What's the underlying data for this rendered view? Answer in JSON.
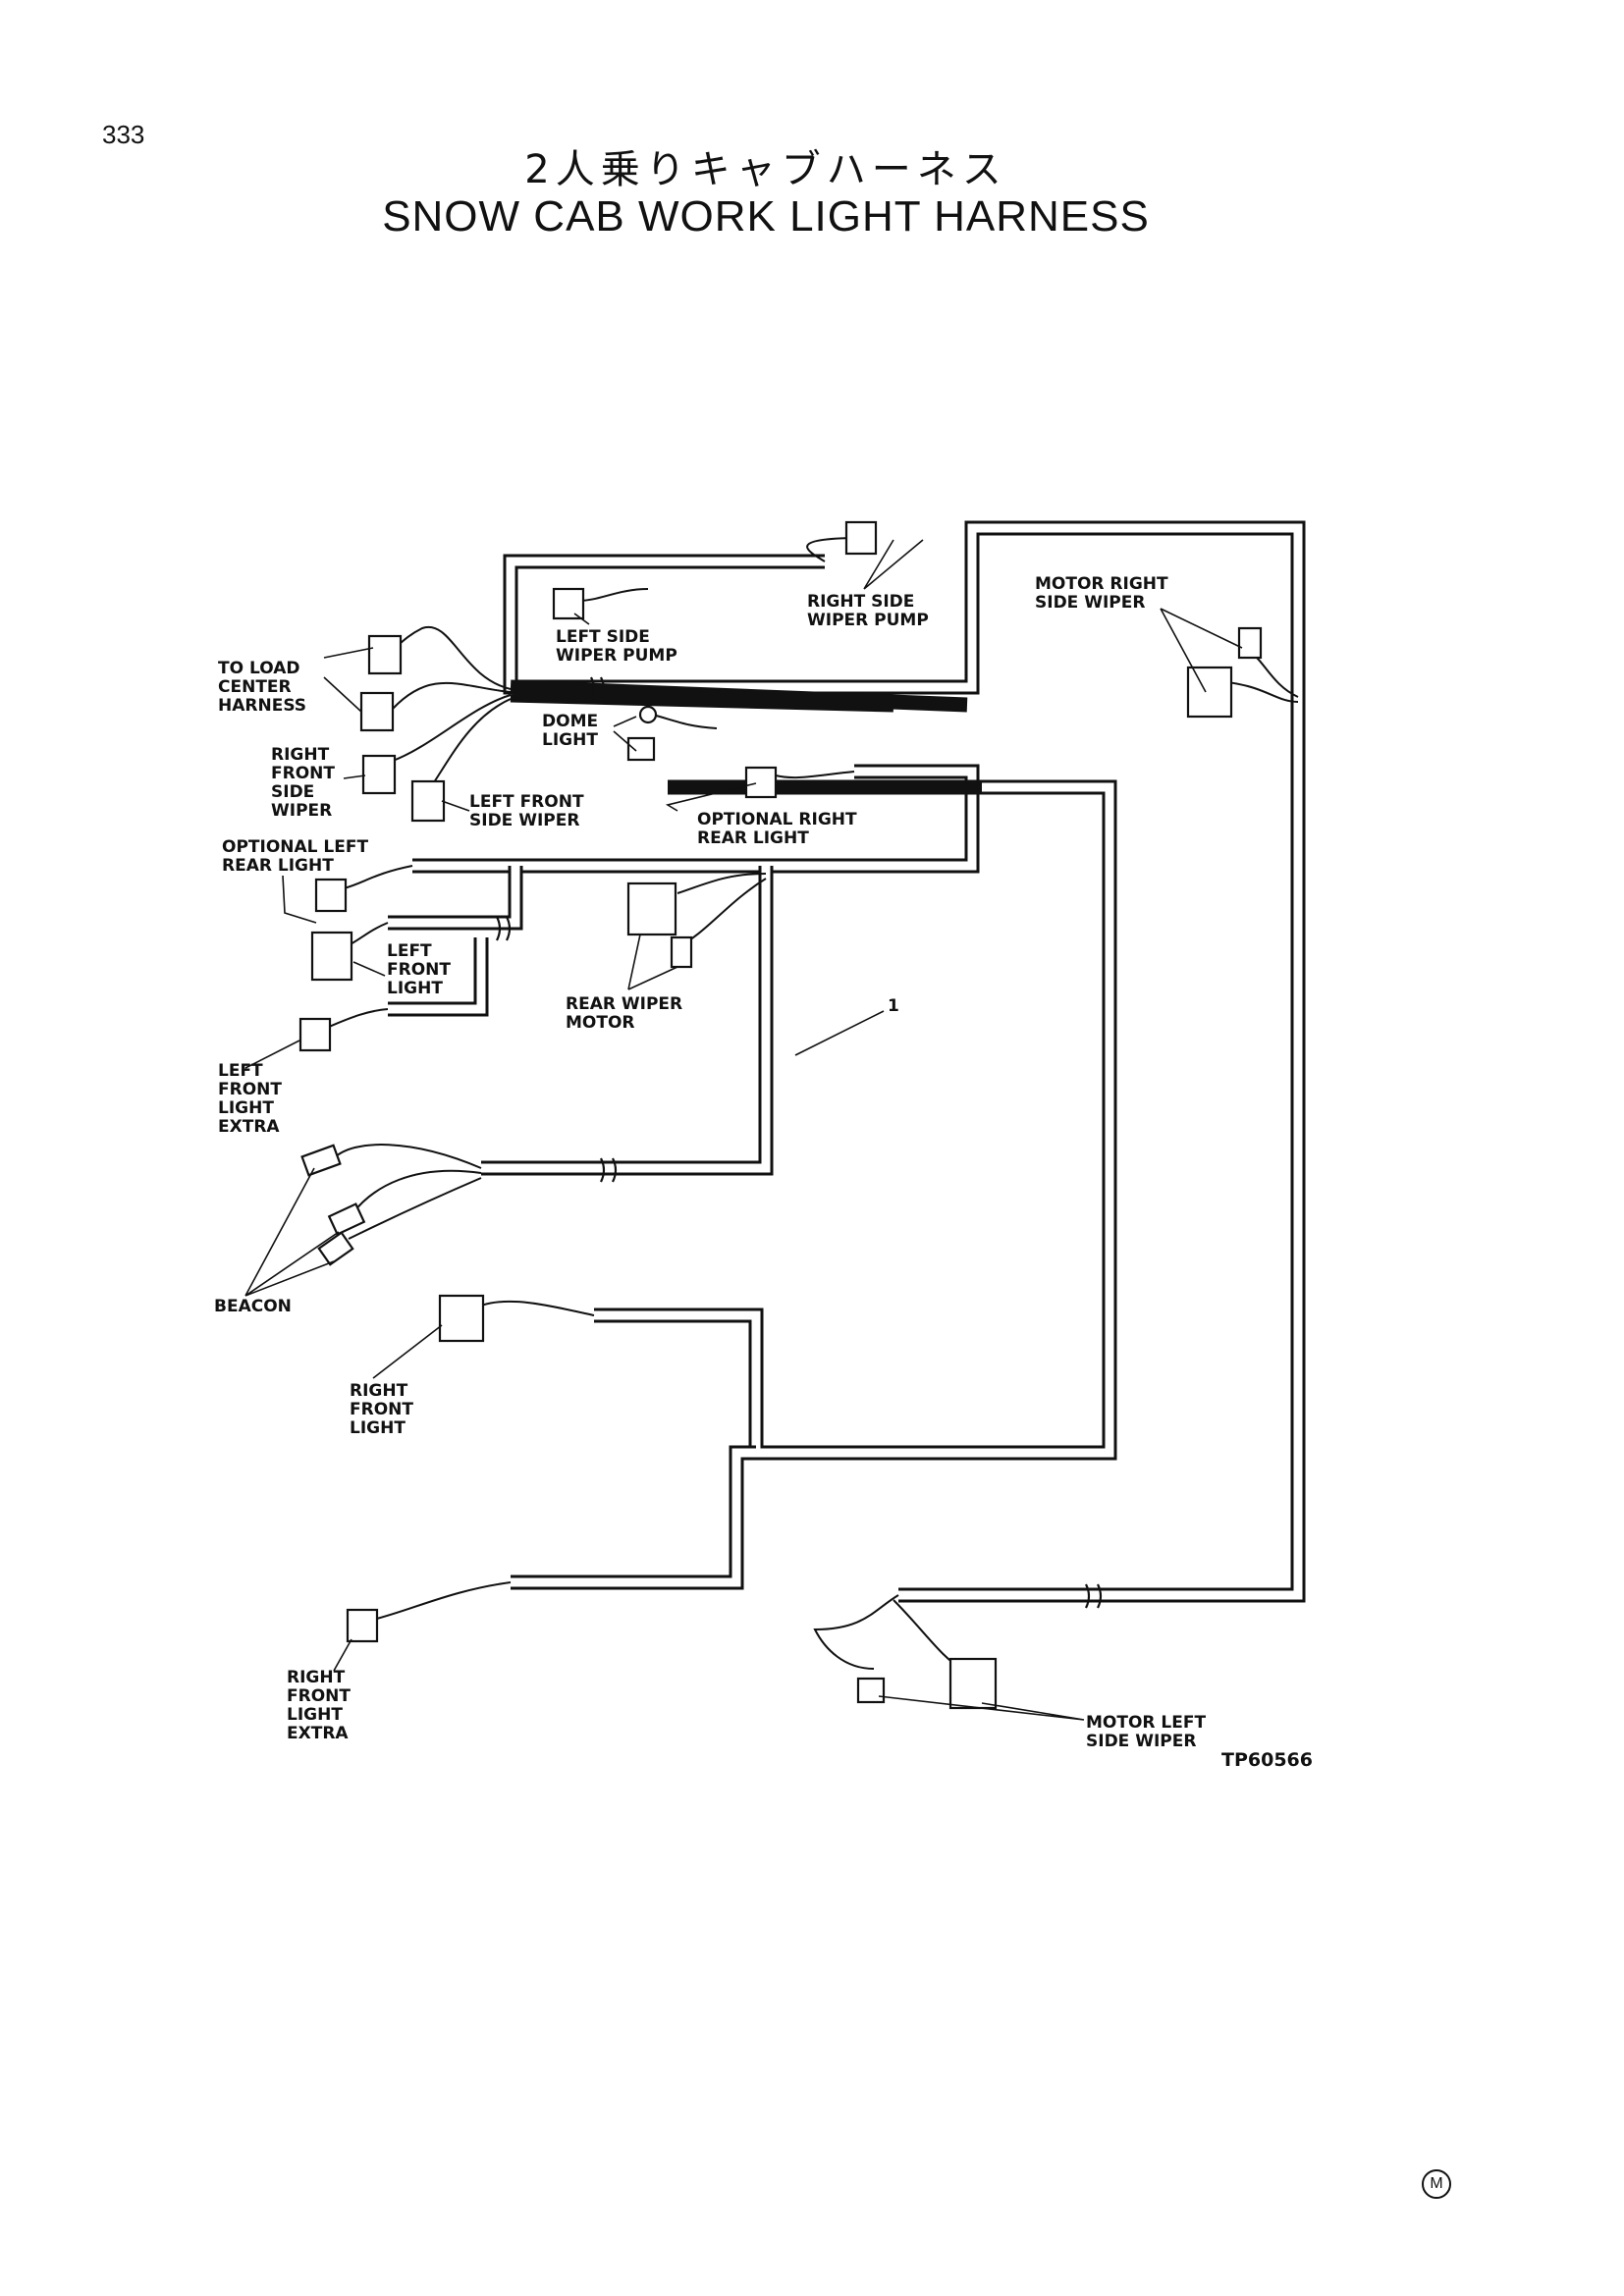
{
  "page": {
    "number": "333",
    "title_jp": "2人乗りキャブハーネス",
    "title_en": "SNOW CAB WORK LIGHT HARNESS"
  },
  "labels": {
    "to_load_center_harness": "TO LOAD\nCENTER\nHARNESS",
    "right_front_side_wiper": "RIGHT\nFRONT\nSIDE\nWIPER",
    "left_front_side_wiper": "LEFT FRONT\nSIDE WIPER",
    "left_side_wiper_pump": "LEFT SIDE\nWIPER PUMP",
    "right_side_wiper_pump": "RIGHT SIDE\nWIPER PUMP",
    "dome_light": "DOME\nLIGHT",
    "optional_right_rear_light": "OPTIONAL RIGHT\nREAR LIGHT",
    "optional_left_rear_light": "OPTIONAL LEFT\nREAR LIGHT",
    "left_front_light": "LEFT\nFRONT\nLIGHT",
    "left_front_light_extra": "LEFT\nFRONT\nLIGHT\nEXTRA",
    "rear_wiper_motor": "REAR WIPER\nMOTOR",
    "motor_right_side_wiper": "MOTOR RIGHT\nSIDE WIPER",
    "beacon": "BEACON",
    "right_front_light": "RIGHT\nFRONT\nLIGHT",
    "right_front_light_extra": "RIGHT\nFRONT\nLIGHT\nEXTRA",
    "motor_left_side_wiper": "MOTOR LEFT\nSIDE WIPER",
    "part_ref": "1",
    "figure_code": "TP60566"
  },
  "mark": "M"
}
